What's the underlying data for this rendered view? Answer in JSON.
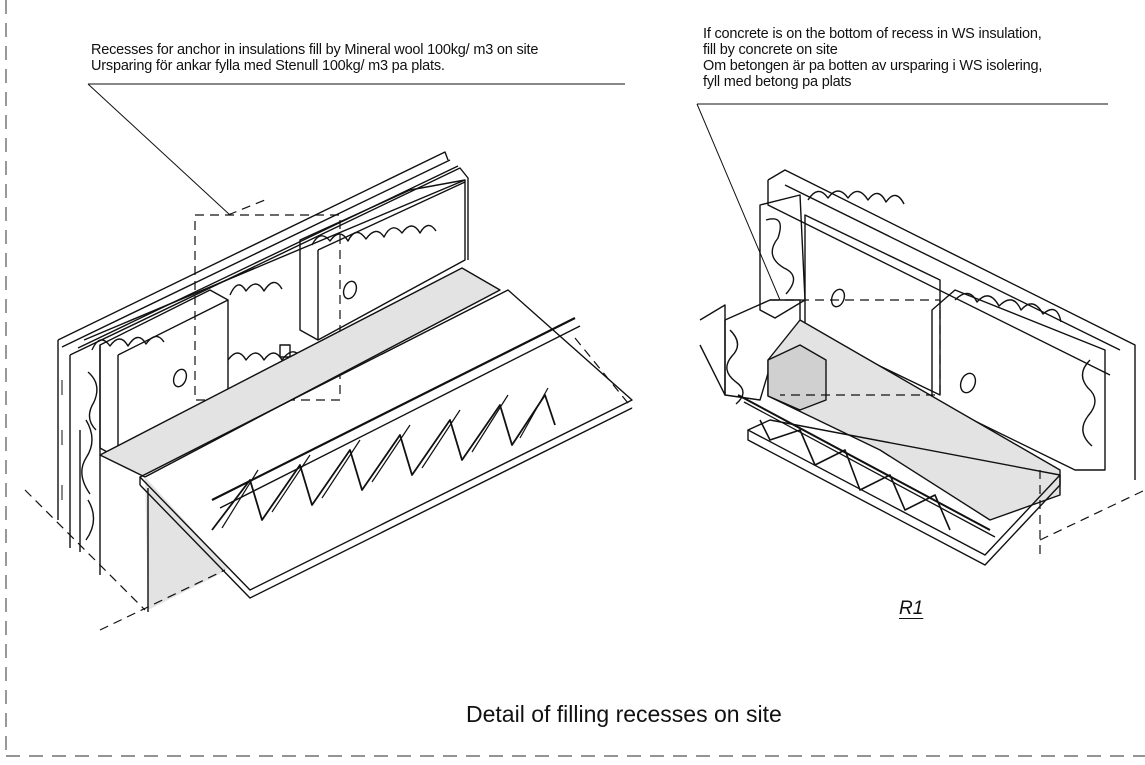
{
  "notes": {
    "left": {
      "line1": "Recesses for anchor in insulations fill by Mineral wool 100kg/   m3 on site",
      "line2": "Ursparing för ankar fylla med Stenull 100kg/   m3 pa plats."
    },
    "right": {
      "line1": "If concrete is on the bottom of recess in WS insulation,",
      "line2": "fill by concrete on site",
      "line3": "Om betongen är pa botten av ursparing i WS isolering,",
      "line4": "fyll med betong pa plats"
    }
  },
  "detail_tag": "R1",
  "caption": "Detail of filling recesses on site",
  "colors": {
    "line": "#111111",
    "fill_gray": "#e3e3e3",
    "border_dash": "#555555"
  }
}
